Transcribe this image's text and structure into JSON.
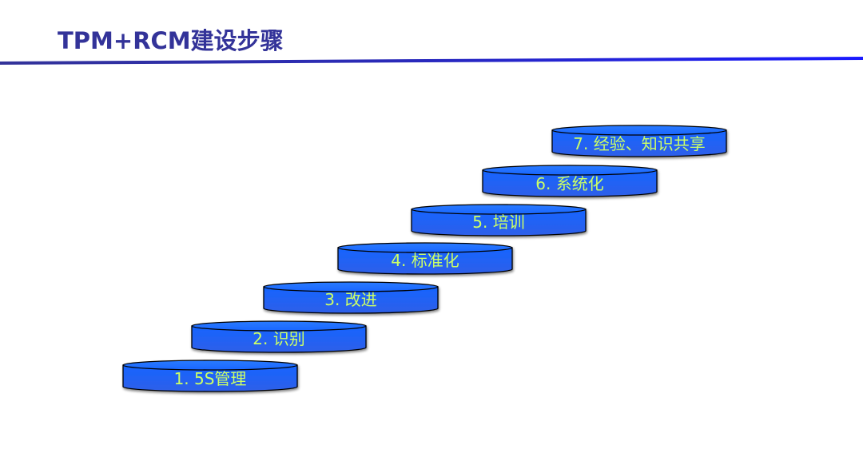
{
  "slide": {
    "title": "TPM+RCM建设步骤",
    "title_color": "#333399",
    "rule_color_start": "#333399",
    "rule_color_end": "#1a1aff"
  },
  "steps": [
    {
      "number": 1,
      "label": "1. 5S管理"
    },
    {
      "number": 2,
      "label": "2. 识别"
    },
    {
      "number": 3,
      "label": "3. 改进"
    },
    {
      "number": 4,
      "label": "4. 标准化"
    },
    {
      "number": 5,
      "label": "5. 培训"
    },
    {
      "number": 6,
      "label": "6. 系统化"
    },
    {
      "number": 7,
      "label": "7. 经验、知识共享"
    }
  ],
  "style": {
    "disc_fill_top": "#1e6bff",
    "disc_fill_bottom": "#2a5cf0",
    "disc_outline": "#000000",
    "label_color": "#ccff66"
  }
}
